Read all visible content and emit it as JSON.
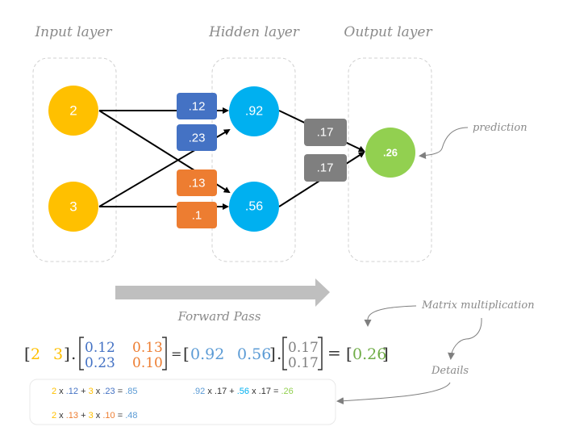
{
  "colors": {
    "input": "#ffc000",
    "hidden": "#00b0f0",
    "output": "#92d050",
    "weight_to_h1": "#4472c4",
    "weight_to_h2": "#ed7d31",
    "weight_out": "#7f7f7f",
    "hidden_value_text": "#5b9bd5",
    "output_value_text": "#70ad47",
    "annotation": "#8a8a8a",
    "arrow": "#bfbfbf"
  },
  "layers": {
    "input": {
      "label": "Input layer",
      "nodes": [
        "2",
        "3"
      ]
    },
    "hidden": {
      "label": "Hidden layer",
      "nodes": [
        ".92",
        ".56"
      ]
    },
    "output": {
      "label": "Output layer",
      "nodes": [
        ".26"
      ]
    }
  },
  "weights": {
    "to_h1": [
      ".12",
      ".23"
    ],
    "to_h2": [
      ".13",
      ".1"
    ],
    "out": [
      ".17",
      ".17"
    ]
  },
  "annotations": {
    "prediction": "prediction",
    "forward_pass": "Forward Pass",
    "matrix_multiplication": "Matrix multiplication",
    "details": "Details"
  },
  "equation": {
    "input_vector": [
      "2",
      "3"
    ],
    "weight_matrix": [
      [
        "0.12",
        "0.13"
      ],
      [
        "0.23",
        "0.10"
      ]
    ],
    "hidden_vector": [
      "0.92",
      "0.56"
    ],
    "output_weights": [
      "0.17",
      "0.17"
    ],
    "result": [
      "0.26"
    ],
    "dot": ".",
    "equals": "="
  },
  "details": {
    "h1": [
      {
        "t": "2",
        "c": "input"
      },
      {
        "t": " x ",
        "c": "plain"
      },
      {
        "t": ".12",
        "c": "weight_to_h1"
      },
      {
        "t": " + ",
        "c": "plain"
      },
      {
        "t": "3",
        "c": "input"
      },
      {
        "t": " x ",
        "c": "plain"
      },
      {
        "t": ".23",
        "c": "weight_to_h1"
      },
      {
        "t": " = ",
        "c": "plain"
      },
      {
        "t": ".85",
        "c": "hidden_value_text"
      }
    ],
    "h2": [
      {
        "t": "2",
        "c": "input"
      },
      {
        "t": " x ",
        "c": "plain"
      },
      {
        "t": ".13",
        "c": "weight_to_h2"
      },
      {
        "t": " + ",
        "c": "plain"
      },
      {
        "t": "3",
        "c": "input"
      },
      {
        "t": " x ",
        "c": "plain"
      },
      {
        "t": ".10",
        "c": "weight_to_h2"
      },
      {
        "t": " = ",
        "c": "plain"
      },
      {
        "t": ".48",
        "c": "hidden_value_text"
      }
    ],
    "out": [
      {
        "t": ".92",
        "c": "hidden_value_text"
      },
      {
        "t": " x .17 + ",
        "c": "plain"
      },
      {
        "t": ".56",
        "c": "hidden"
      },
      {
        "t": " x .17 = ",
        "c": "plain"
      },
      {
        "t": ".26",
        "c": "output"
      }
    ]
  }
}
